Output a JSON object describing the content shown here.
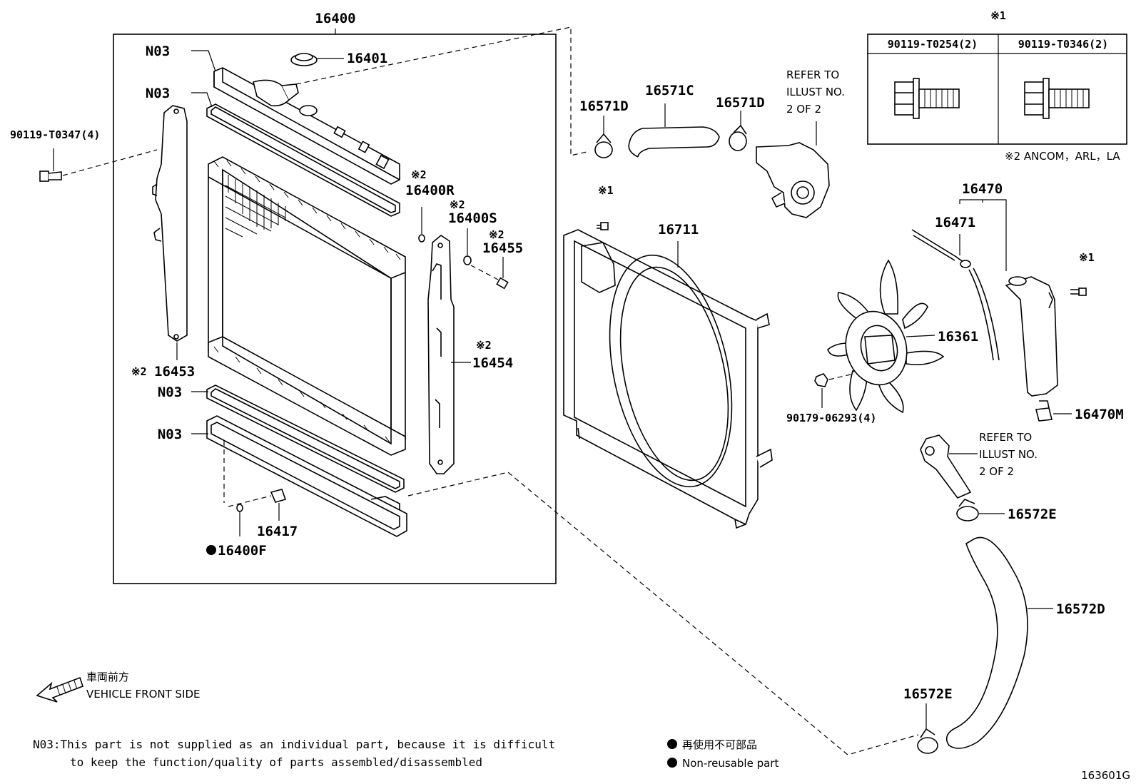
{
  "diagram_code": "163601G",
  "parts": {
    "p16400": "16400",
    "p16401": "16401",
    "n03_a": "N03",
    "n03_b": "N03",
    "n03_c": "N03",
    "n03_d": "N03",
    "bolt_90119_T0347": "90119-T0347(4)",
    "p16400R": "16400R",
    "p16400S": "16400S",
    "p16455": "16455",
    "p16453": "16453",
    "p16454": "16454",
    "p16417": "16417",
    "p16400F": "16400F",
    "p16571D_a": "16571D",
    "p16571C": "16571C",
    "p16571D_b": "16571D",
    "p16711": "16711",
    "p16470": "16470",
    "p16471": "16471",
    "p16361": "16361",
    "nut_90179_06293": "90179-06293(4)",
    "p16470M": "16470M",
    "p16572E_a": "16572E",
    "p16572D": "16572D",
    "p16572E_b": "16572E"
  },
  "marks": {
    "m2_16400R": "※2",
    "m2_16400S": "※2",
    "m2_16455": "※2",
    "m2_16453": "※2",
    "m2_16454": "※2",
    "m1_shroud": "※1",
    "m1_tank": "※1",
    "m1_table": "※1"
  },
  "refer_top": [
    "REFER TO",
    "ILLUST NO.",
    "2 OF 2"
  ],
  "refer_mid": [
    "REFER TO",
    "ILLUST NO.",
    "2 OF 2"
  ],
  "bolt_table": {
    "col1": "90119-T0254(2)",
    "col2": "90119-T0346(2)",
    "footnote": "※2 ANCOM，ARL，LA"
  },
  "front_side": {
    "jp": "車両前方",
    "en": "VEHICLE FRONT SIDE"
  },
  "n03_note": {
    "line1": "N03:This part is not supplied as an individual part, because it is difficult",
    "line2": "to keep the function/quality of parts assembled/disassembled"
  },
  "legend": {
    "jp": "再使用不可部品",
    "en": "Non-reusable part"
  }
}
